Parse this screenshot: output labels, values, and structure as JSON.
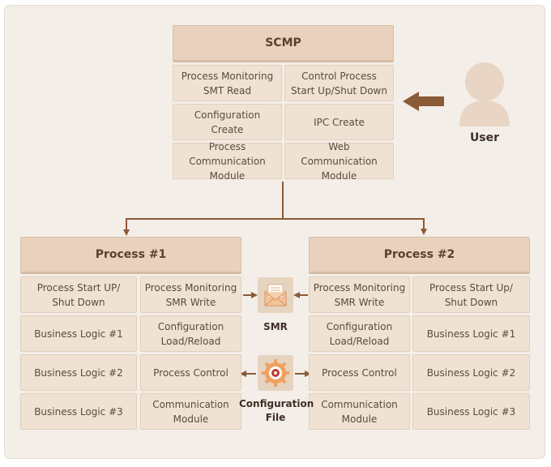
{
  "scmp": {
    "title": "SCMP",
    "cells": [
      "Process Monitoring\nSMT Read",
      "Control Process\nStart Up/Shut Down",
      "Configuration\nCreate",
      "IPC Create",
      "Process\nCommunication Module",
      "Web\nCommunication Module"
    ]
  },
  "user": {
    "label": "User",
    "icon": "user-icon"
  },
  "process1": {
    "title": "Process #1",
    "cells": [
      "Process Start UP/\nShut Down",
      "Process Monitoring\nSMR Write",
      "Business Logic #1",
      "Configuration\nLoad/Reload",
      "Business Logic #2",
      "Process Control",
      "Business Logic #3",
      "Communication\nModule"
    ]
  },
  "process2": {
    "title": "Process #2",
    "cells": [
      "Process Monitoring\nSMR Write",
      "Process Start Up/\nShut Down",
      "Configuration\nLoad/Reload",
      "Business Logic #1",
      "Process Control",
      "Business Logic #2",
      "Communication\nModule",
      "Business Logic #3"
    ]
  },
  "smr": {
    "label": "SMR",
    "icon": "envelope-icon"
  },
  "config_file": {
    "label": "Configuration\nFile",
    "icon": "gear-icon"
  },
  "colors": {
    "connector": "#8b5a36",
    "header": "#e8d2bd",
    "cell": "#f0e2d3",
    "user": "#e8d5c4"
  }
}
